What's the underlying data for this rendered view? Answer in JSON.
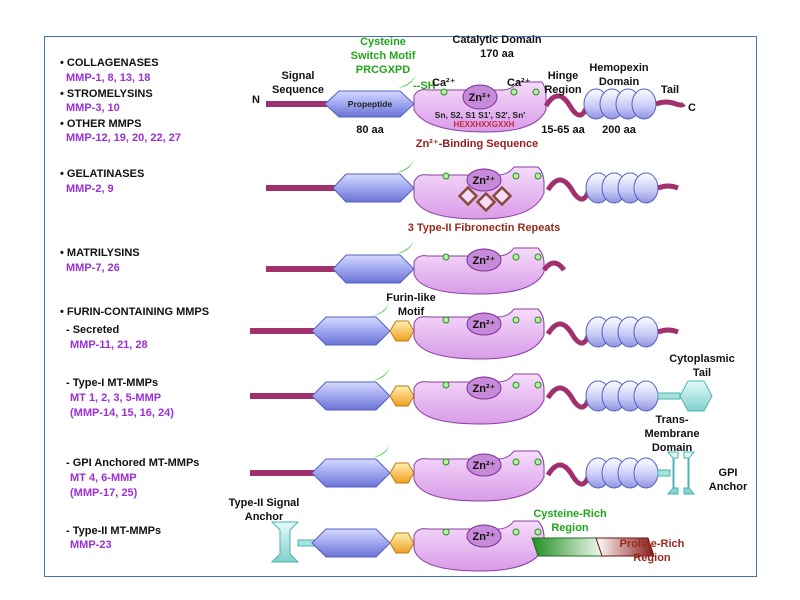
{
  "families": [
    {
      "name": "• COLLAGENASES",
      "members": "MMP-1, 8, 13, 18"
    },
    {
      "name": "• STROMELYSINS",
      "members": "MMP-3, 10"
    },
    {
      "name": "• OTHER MMPS",
      "members": "MMP-12, 19, 20, 22, 27"
    },
    {
      "name": "• GELATINASES",
      "members": "MMP-2, 9"
    },
    {
      "name": "• MATRILYSINS",
      "members": "MMP-7, 26"
    },
    {
      "name": "• FURIN-CONTAINING MMPS",
      "members": ""
    },
    {
      "name": "- Secreted",
      "members": "MMP-11, 21, 28"
    },
    {
      "name": "- Type-I MT-MMPs",
      "members": "MT 1, 2, 3, 5-MMP",
      "members2": "(MMP-14, 15, 16, 24)"
    },
    {
      "name": "- GPI Anchored MT-MMPs",
      "members": "MT 4, 6-MMP",
      "members2": "(MMP-17, 25)"
    },
    {
      "name": "- Type-II MT-MMPs",
      "members": "MMP-23"
    }
  ],
  "labels": {
    "n_term": "N",
    "c_term": "C",
    "signal": "Signal",
    "sequence": "Sequence",
    "propeptide": "Propeptide",
    "aa80": "80 aa",
    "cys1": "Cysteine",
    "cys2": "Switch Motif",
    "cys3": "PRCGXPD",
    "sh": "--SH",
    "cat1": "Catalytic Domain",
    "cat2": "170 aa",
    "ca_left": "Ca²⁺",
    "ca_right": "Ca²⁺",
    "zn": "Zn²⁺",
    "subsites": "Sn, S2, S1      S1', S2', Sn'",
    "hexx": "HEXXHXXGXXH",
    "znbind": "Zn²⁺-Binding Sequence",
    "hinge1": "Hinge",
    "hinge2": "Region",
    "hinge3": "15-65 aa",
    "hemo1": "Hemopexin",
    "hemo2": "Domain",
    "hemo3": "200 aa",
    "tail": "Tail",
    "fibro": "3 Type-II Fibronectin Repeats",
    "furin1": "Furin-like",
    "furin2": "Motif",
    "cyto1": "Cytoplasmic",
    "cyto2": "Tail",
    "tm1": "Trans-",
    "tm2": "Membrane",
    "tm3": "Domain",
    "gpi1": "GPI",
    "gpi2": "Anchor",
    "t2a1": "Type-II Signal",
    "t2a2": "Anchor",
    "cysrich1": "Cysteine-Rich",
    "cysrich2": "Region",
    "prorich1": "Proline-Rich",
    "prorich2": "Region"
  },
  "colors": {
    "signal": "#a0306e",
    "propeptide": "#9fa6ef",
    "catalytic": "#e7b6f0",
    "catalytic_stroke": "#8a3ea0",
    "furin": "#f5b33a",
    "cysteine": "#22c01e",
    "transmembrane": "#a6e3e0",
    "fibronectin": "#8a4a3a",
    "frame": "#4a6fb5"
  }
}
